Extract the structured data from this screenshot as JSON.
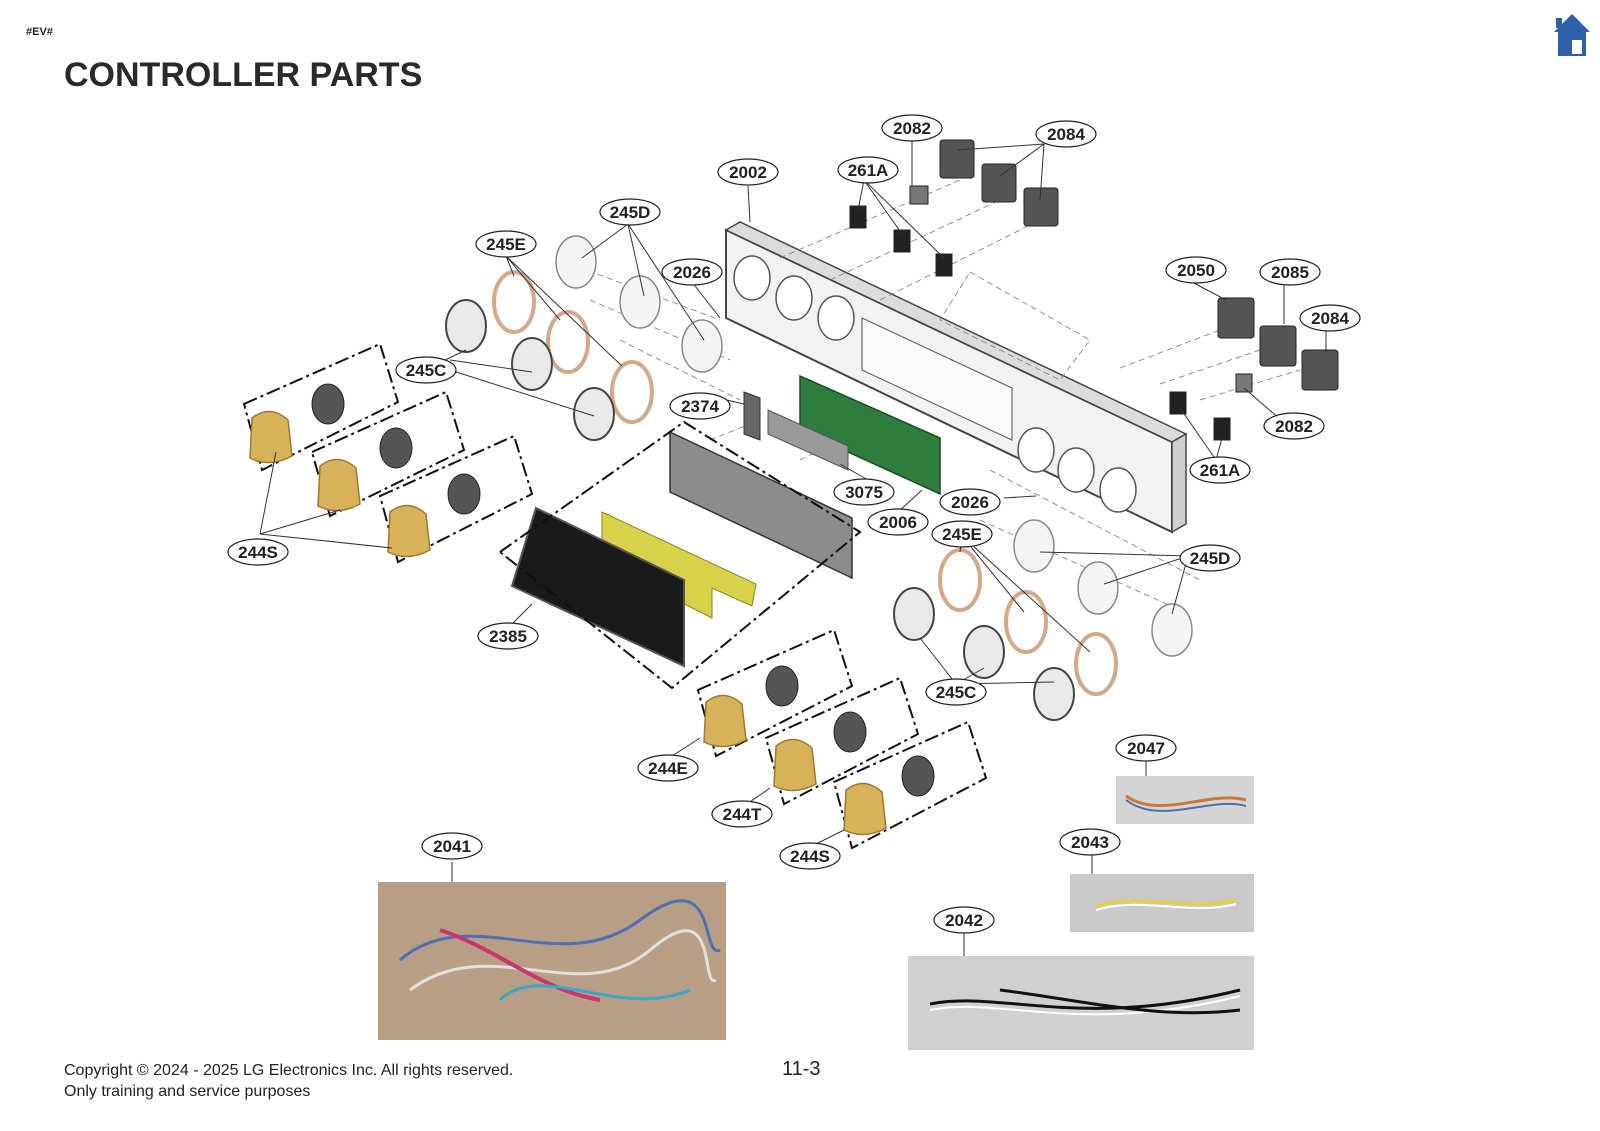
{
  "header": {
    "tag": "#EV#",
    "title": "CONTROLLER PARTS"
  },
  "icons": {
    "home": "home-icon"
  },
  "colors": {
    "home_icon": "#2f5fa8",
    "knob": "#d9b15a",
    "pcb": "#2e7d3e",
    "strip": "#d8d24a"
  },
  "callouts": [
    "2082",
    "2084",
    "261A",
    "2002",
    "245D",
    "245E",
    "2026",
    "2050",
    "2085",
    "2084",
    "245C",
    "2374",
    "2082",
    "261A",
    "3075",
    "2026",
    "2006",
    "245E",
    "245D",
    "244S",
    "2385",
    "245C",
    "2047",
    "244E",
    "244T",
    "2043",
    "2041",
    "244S",
    "2042"
  ],
  "footer": {
    "copyright": "Copyright © 2024 - 2025 LG Electronics Inc. All rights reserved.",
    "note": "Only training and service purposes",
    "page_number": "11-3"
  }
}
